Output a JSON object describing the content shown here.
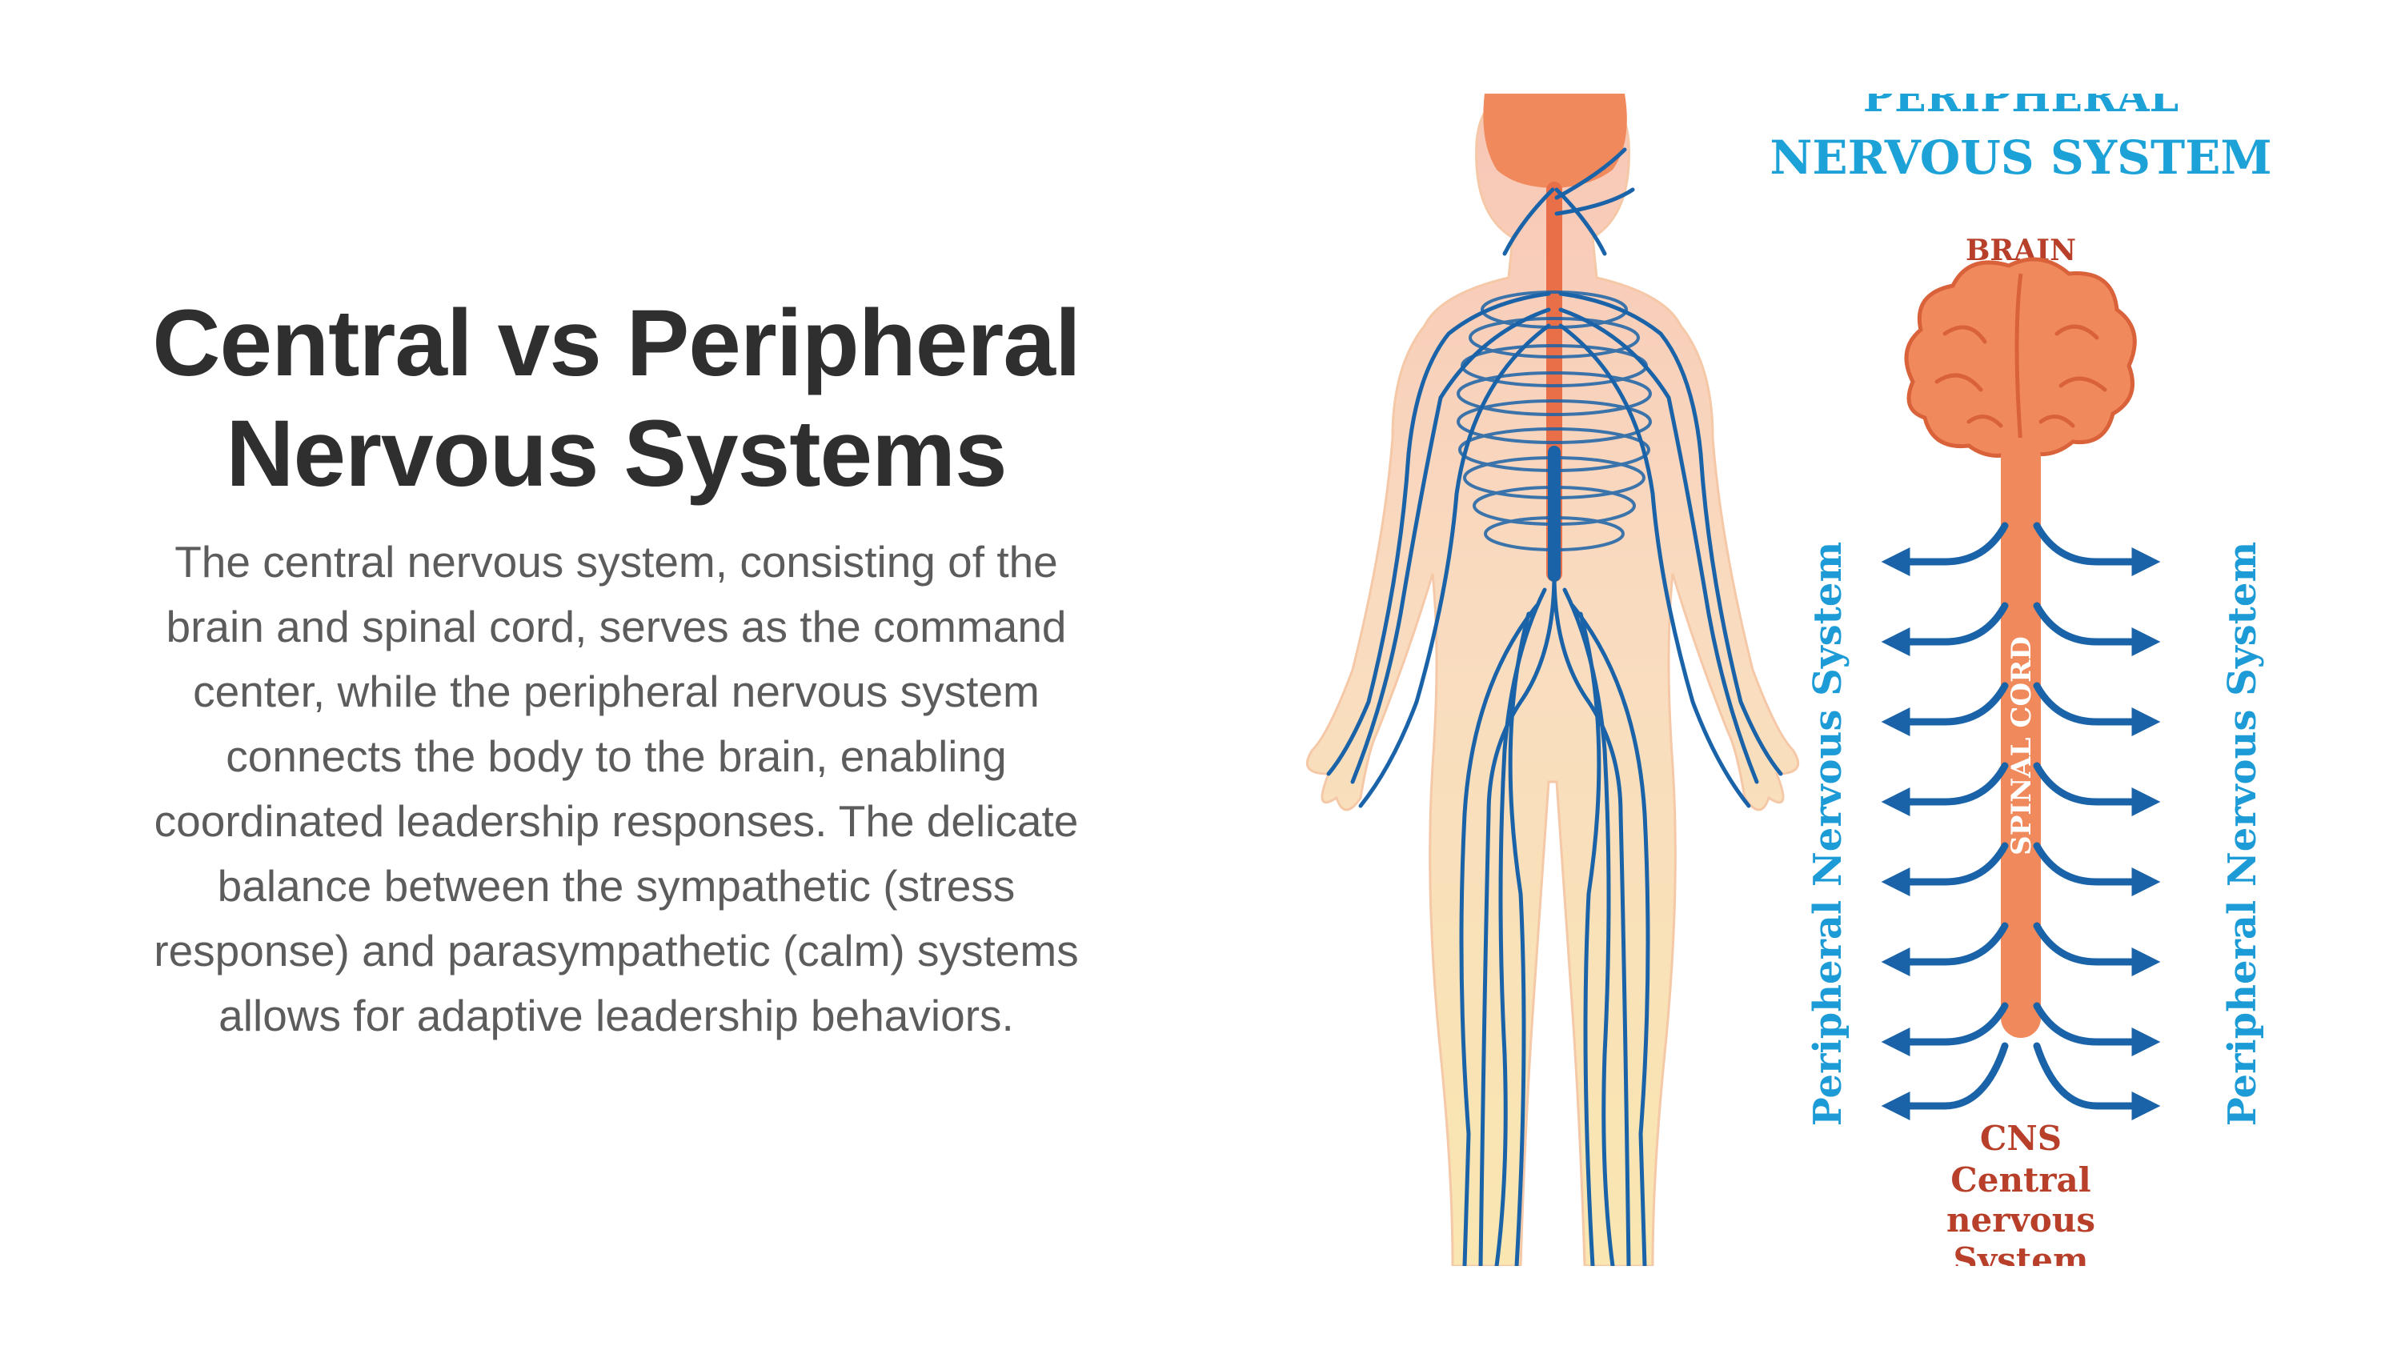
{
  "slide": {
    "title_line1": "Central vs Peripheral",
    "title_line2": "Nervous Systems",
    "body_lines": [
      "The central nervous system, consisting of the",
      "brain and spinal cord, serves as the command",
      "center, while the peripheral nervous system",
      "connects the body to the brain, enabling",
      "coordinated leadership responses. The delicate",
      "balance between the sympathetic (stress",
      "response) and parasympathetic (calm) systems",
      "allows for adaptive leadership behaviors."
    ]
  },
  "figure": {
    "header_line1": "PERIPHERAL",
    "header_line2": "NERVOUS SYSTEM",
    "brain_label": "BRAIN",
    "spinal_cord_label": "SPINAL CORD",
    "left_side_label": "Peripheral Nervous System",
    "right_side_label": "Peripheral Nervous System",
    "cns_label_1": "CNS",
    "cns_label_2": "Central",
    "cns_label_3": "nervous",
    "cns_label_4": "System"
  },
  "colors": {
    "title": "#2f2f2f",
    "body_text": "#5c5c5c",
    "nerve_blue": "#1a63a8",
    "label_blue": "#1d9bd6",
    "cns_orange": "#f08a5d",
    "label_red": "#b8402b",
    "skin": "#f9e3b4"
  }
}
